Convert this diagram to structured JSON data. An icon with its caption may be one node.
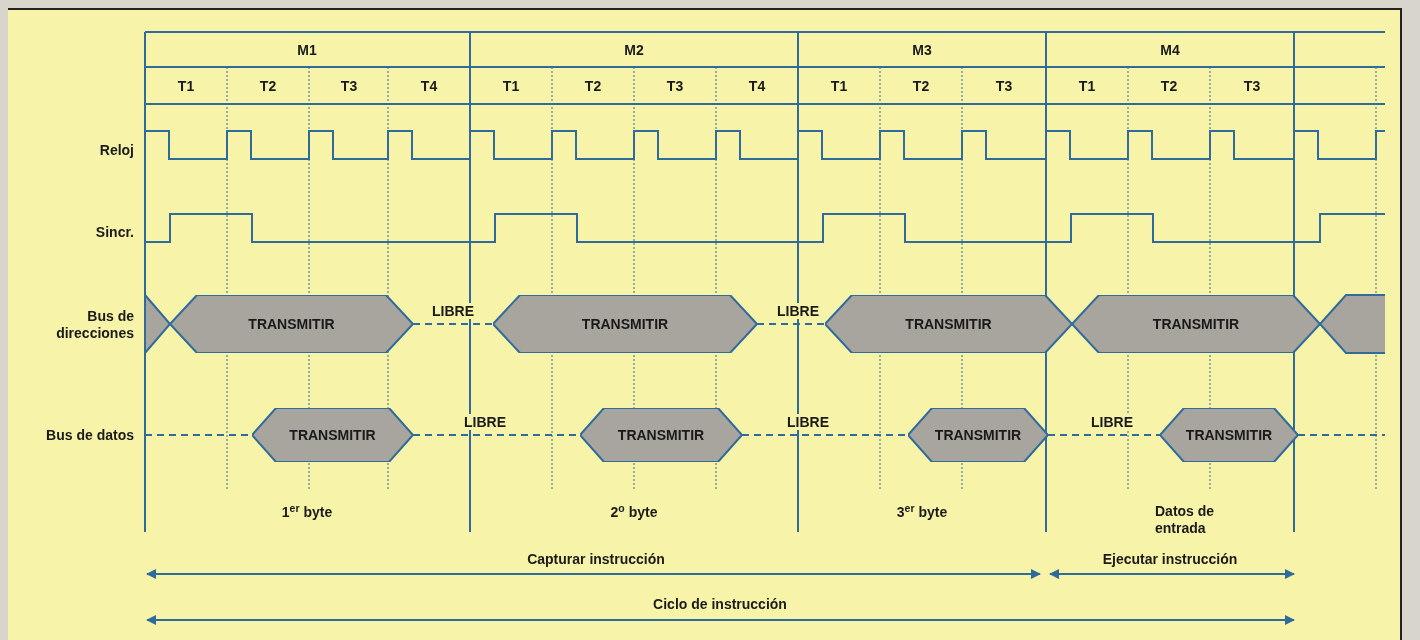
{
  "diagram": {
    "nodes": [
      {
        "text": [
          "TRANSMITIR"
        ]
      },
      {
        "text": [
          "TRANSMITIR"
        ]
      },
      {
        "text": [
          "TRANSMITIR"
        ]
      },
      {
        "text": [
          "TRANSMITIR"
        ]
      },
      {
        "text": [
          "TRANSMITIR"
        ]
      },
      {
        "text": [
          "TRANSMITIR"
        ]
      },
      {
        "text": [
          "TRANSMITIR"
        ]
      },
      {
        "text": [
          "TRANSMITIR"
        ]
      }
    ],
    "edges": [
      {
        "from": 0,
        "to": 1,
        "arrow": "none",
        "label": "LIBRE",
        "style": "dashed"
      },
      {
        "from": 1,
        "to": 2,
        "arrow": "none",
        "label": "LIBRE",
        "style": "dashed"
      },
      {
        "from": 4,
        "to": 5,
        "arrow": "none",
        "label": "LIBRE",
        "style": "dashed"
      },
      {
        "from": 5,
        "to": 6,
        "arrow": "none",
        "label": "LIBRE",
        "style": "dashed"
      },
      {
        "from": 6,
        "to": 7,
        "arrow": "none",
        "label": "LIBRE",
        "style": "dashed"
      }
    ],
    "labels": [
      "M1",
      "M2",
      "M3",
      "M4",
      "T1",
      "T2",
      "T3",
      "T4",
      "T1",
      "T2",
      "T3",
      "T4",
      "T1",
      "T2",
      "T3",
      "T1",
      "T2",
      "T3",
      "Reloj",
      "Sincr.",
      "Bus de direcciones",
      "Bus de datos",
      "1$^{er}$ byte",
      "2$^{o}$ byte",
      "3$^{er}$ byte",
      "Datos de entrada",
      "Capturar instrucción",
      "Ejecutar instrucción",
      "Ciclo de instrucción"
    ]
  }
}
